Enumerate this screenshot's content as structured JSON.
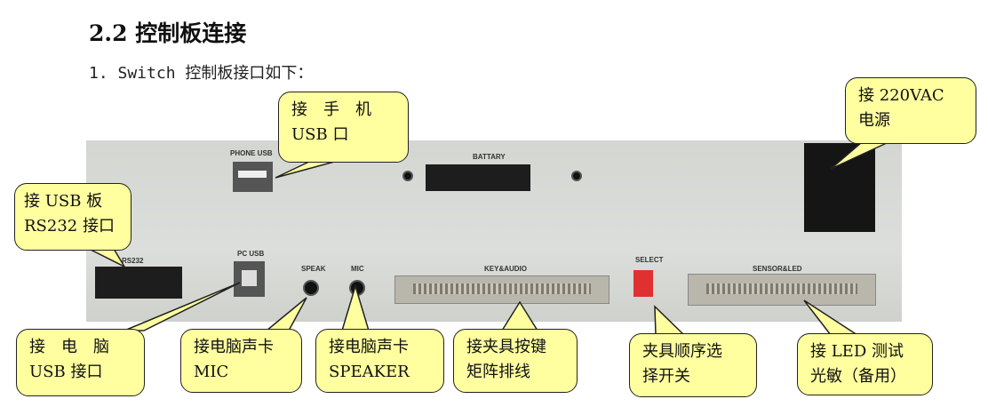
{
  "heading": "2.2 控制板连接",
  "intro": "1.  Switch 控制板接口如下：",
  "photo_labels": {
    "phone_usb": "PHONE USB",
    "battary": "BATTARY",
    "rs232": "RS232",
    "pc_usb": "PC USB",
    "speak": "SPEAK",
    "mic": "MIC",
    "key_audio": "KEY&AUDIO",
    "select": "SELECT",
    "sensor_led": "SENSOR&LED"
  },
  "callouts": {
    "phone_usb": [
      "接　手　机",
      "USB 口"
    ],
    "power": [
      "接 220VAC",
      "电源"
    ],
    "rs232": [
      "接 USB 板",
      "RS232 接口"
    ],
    "pc_usb": [
      "接　电　脑",
      "USB 接口"
    ],
    "mic": [
      "接电脑声卡",
      "MIC"
    ],
    "speaker": [
      "接电脑声卡",
      "SPEAKER"
    ],
    "key": [
      "接夹具按键",
      "矩阵排线"
    ],
    "select": [
      "夹具顺序选",
      "择开关"
    ],
    "led": [
      "接 LED 测试",
      "光敏（备用）"
    ]
  }
}
